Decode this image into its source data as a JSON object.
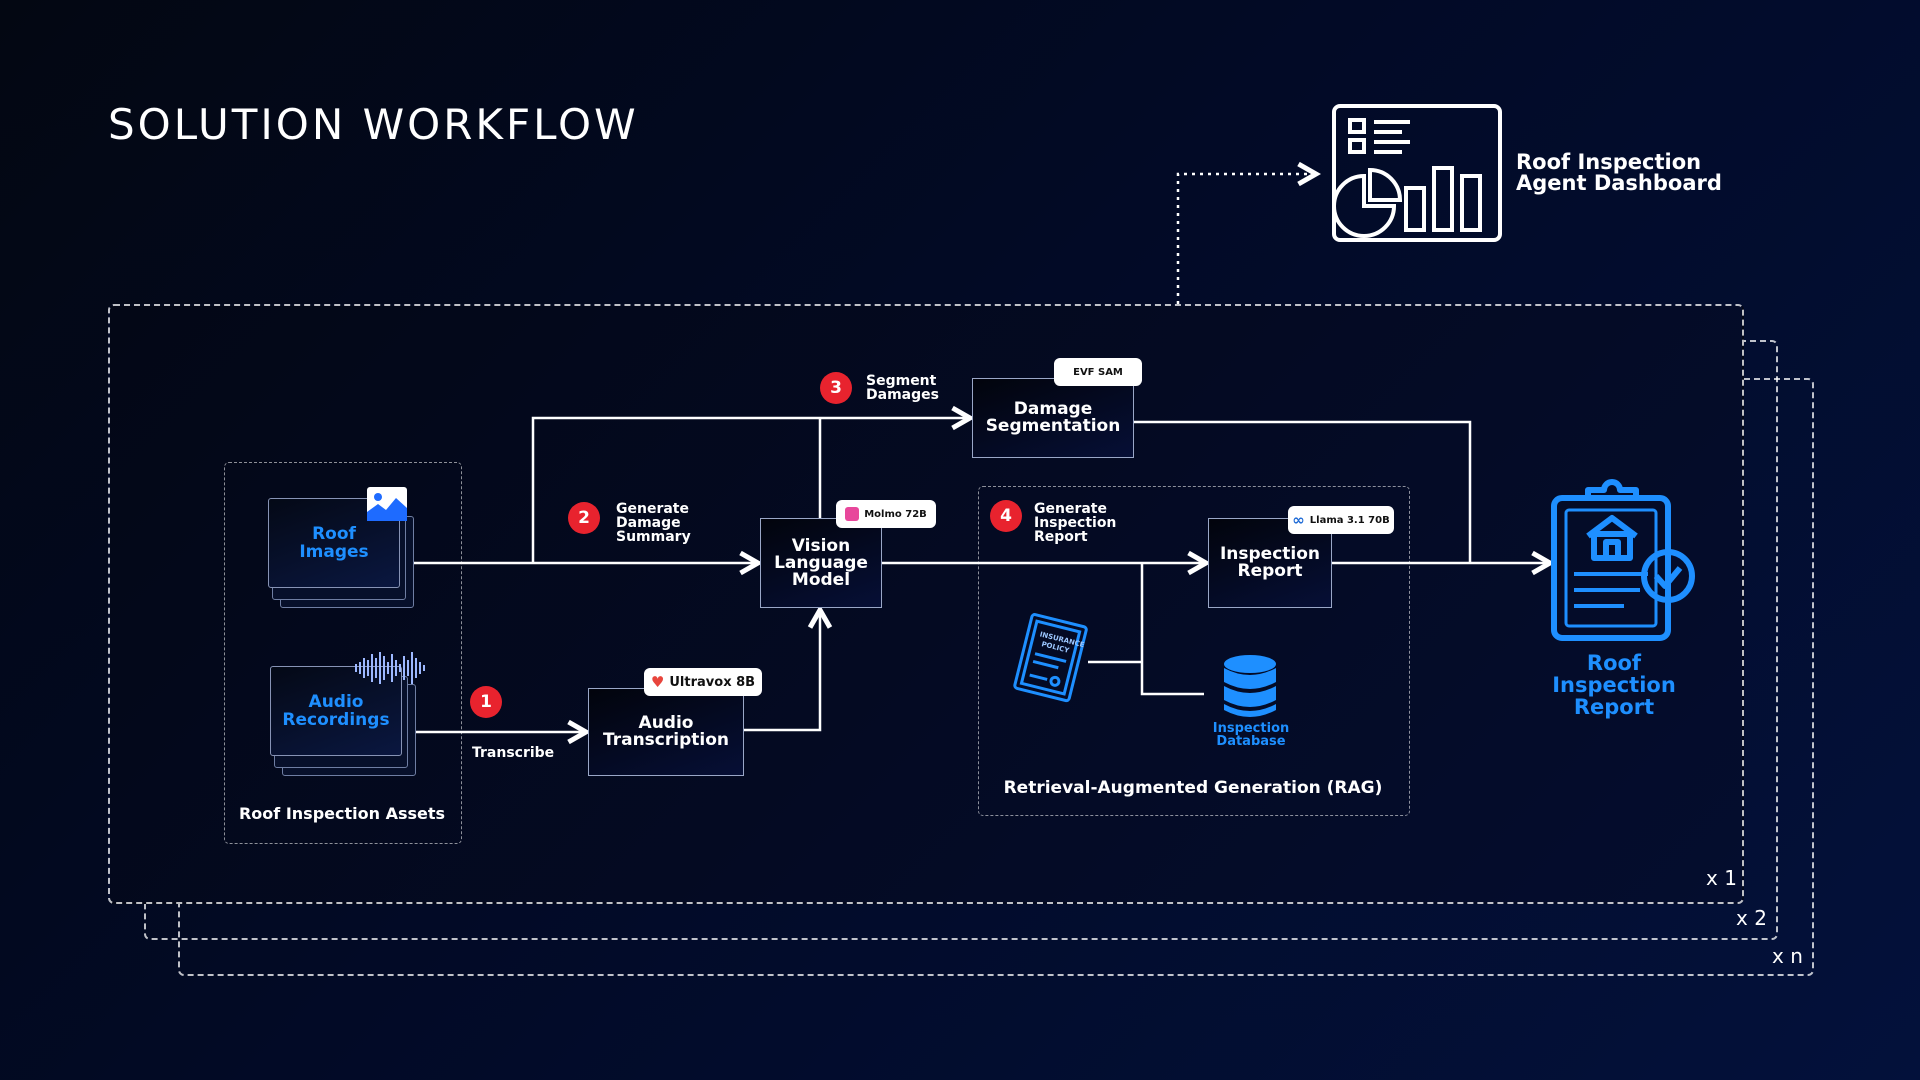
{
  "title": "SOLUTION WORKFLOW",
  "dashboard": {
    "label_line1": "Roof Inspection",
    "label_line2": "Agent Dashboard"
  },
  "stack": {
    "x1": "x 1",
    "x2": "x 2",
    "xn": "x n"
  },
  "assets": {
    "group_label": "Roof Inspection Assets",
    "roof_images_line1": "Roof",
    "roof_images_line2": "Images",
    "audio_line1": "Audio",
    "audio_line2": "Recordings"
  },
  "steps": {
    "s1": {
      "num": "1",
      "label": "Transcribe"
    },
    "s2": {
      "num": "2",
      "line1": "Generate",
      "line2": "Damage",
      "line3": "Summary"
    },
    "s3": {
      "num": "3",
      "line1": "Segment",
      "line2": "Damages"
    },
    "s4": {
      "num": "4",
      "line1": "Generate",
      "line2": "Inspection",
      "line3": "Report"
    }
  },
  "nodes": {
    "audio_transcription": {
      "line1": "Audio",
      "line2": "Transcription",
      "model": "Ultravox 8B"
    },
    "vlm": {
      "line1": "Vision",
      "line2": "Language",
      "line3": "Model",
      "model": "Molmo 72B"
    },
    "damage_seg": {
      "line1": "Damage",
      "line2": "Segmentation",
      "model": "EVF SAM"
    },
    "inspection_report": {
      "line1": "Inspection",
      "line2": "Report",
      "model": "Llama 3.1 70B"
    }
  },
  "rag": {
    "label": "Retrieval-Augmented Generation (RAG)",
    "policy_text_line1": "INSURANCE",
    "policy_text_line2": "POLICY",
    "db_line1": "Inspection",
    "db_line2": "Database"
  },
  "output": {
    "line1": "Roof",
    "line2": "Inspection",
    "line3": "Report"
  },
  "colors": {
    "accent_blue": "#1e8fff",
    "badge_red": "#e8232e",
    "background": "#020a26"
  }
}
